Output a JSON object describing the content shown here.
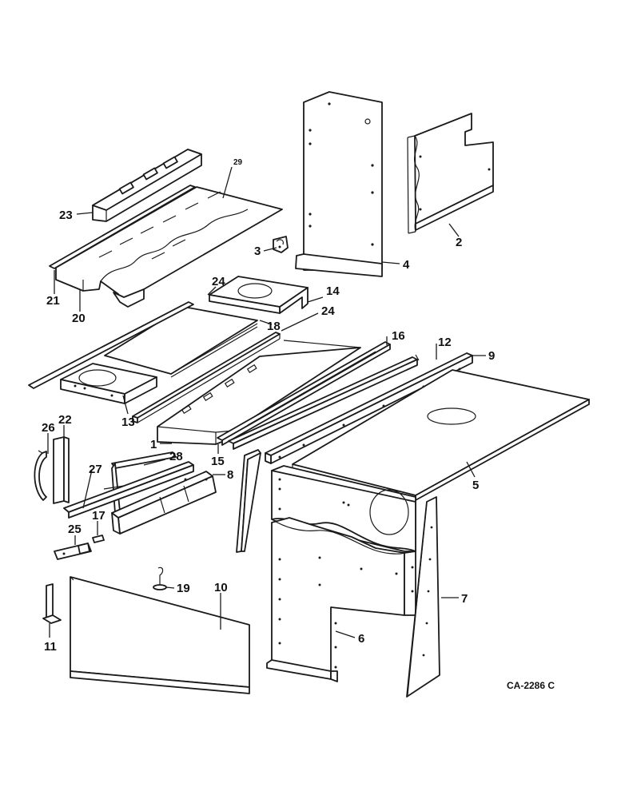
{
  "labels": {
    "l1": "1",
    "l2": "2",
    "l3": "3",
    "l4": "4",
    "l5": "5",
    "l6": "6",
    "l7": "7",
    "l8": "8",
    "l9": "9",
    "l10": "10",
    "l11": "11",
    "l12": "12",
    "l13": "13",
    "l14": "14",
    "l15": "15",
    "l16": "16",
    "l17": "17",
    "l18": "18",
    "l19": "19",
    "l20": "20",
    "l21": "21",
    "l22": "22",
    "l23": "23",
    "l24a": "24",
    "l24b": "24",
    "l25": "25",
    "l26": "26",
    "l27": "27",
    "l28": "28",
    "l29": "29"
  },
  "drawing_code": "CA-2286 C"
}
